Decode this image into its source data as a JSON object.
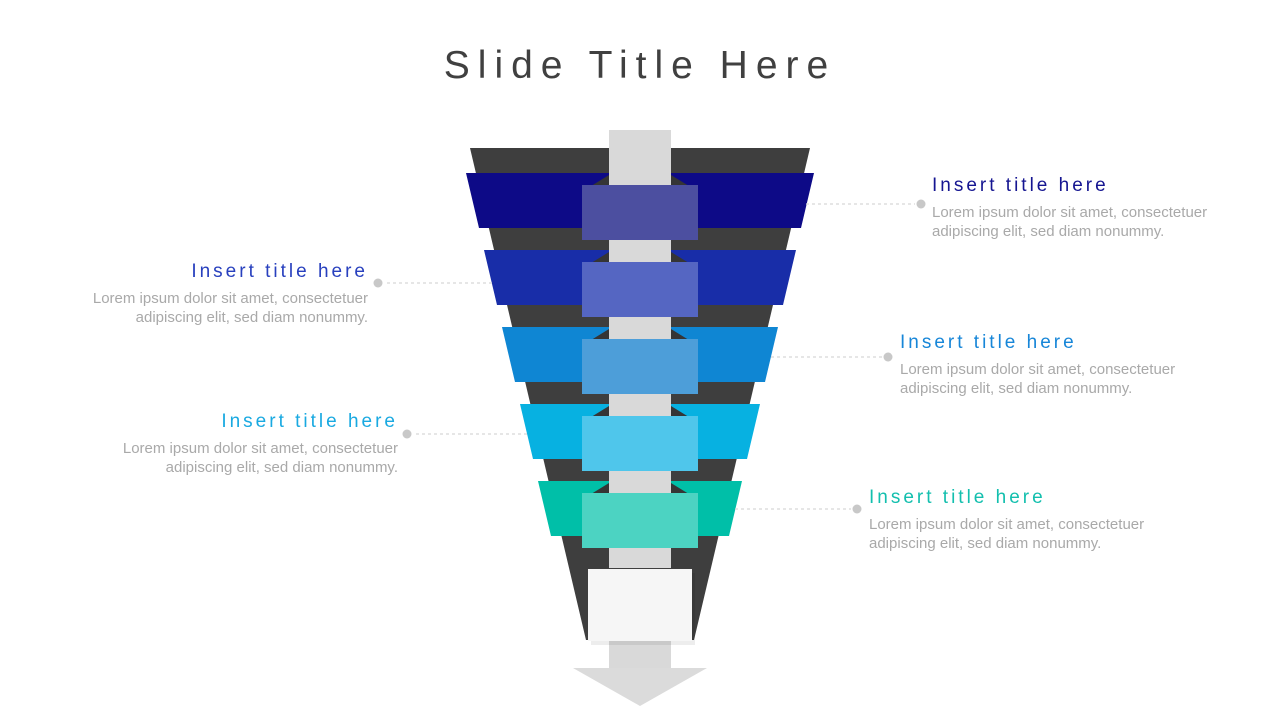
{
  "slide": {
    "title": "Slide Title Here",
    "title_color": "#404040",
    "background": "#FFFFFF"
  },
  "colors": {
    "leader_line": "#D8D8D8",
    "leader_dot": "#C8C8C8"
  },
  "funnel": {
    "cone_color": "#3E3E3E",
    "fold_color": "#353535",
    "stem_color": "#D9D9D9",
    "head_color": "#DBDBDB",
    "box_color": "#F6F6F6",
    "box_border": "#E4E4E4",
    "levels": [
      {
        "band": "#0D0A87",
        "panel": "#4C4FA0"
      },
      {
        "band": "#182DA8",
        "panel": "#5566C2"
      },
      {
        "band": "#0F86D3",
        "panel": "#4D9ED9"
      },
      {
        "band": "#07B1E1",
        "panel": "#4FC6EB"
      },
      {
        "band": "#00BFA8",
        "panel": "#4CD3C2"
      }
    ]
  },
  "callouts": [
    {
      "title": "Insert title here",
      "title_color": "#151591",
      "body": "Lorem ipsum dolor sit amet, consectetuer adipiscing elit, sed diam nonummy.",
      "side": "right"
    },
    {
      "title": "Insert title here",
      "title_color": "#2840BE",
      "body": "Lorem ipsum dolor sit amet, consectetuer adipiscing elit, sed diam nonummy.",
      "side": "left"
    },
    {
      "title": "Insert title here",
      "title_color": "#1786D8",
      "body": "Lorem ipsum dolor sit amet, consectetuer adipiscing elit, sed diam nonummy.",
      "side": "right"
    },
    {
      "title": "Insert title here",
      "title_color": "#19A9E1",
      "body": "Lorem ipsum dolor sit amet, consectetuer adipiscing elit, sed diam nonummy.",
      "side": "left"
    },
    {
      "title": "Insert title here",
      "title_color": "#13BFAE",
      "body": "Lorem ipsum dolor sit amet, consectetuer adipiscing elit, sed diam nonummy.",
      "side": "right"
    }
  ]
}
